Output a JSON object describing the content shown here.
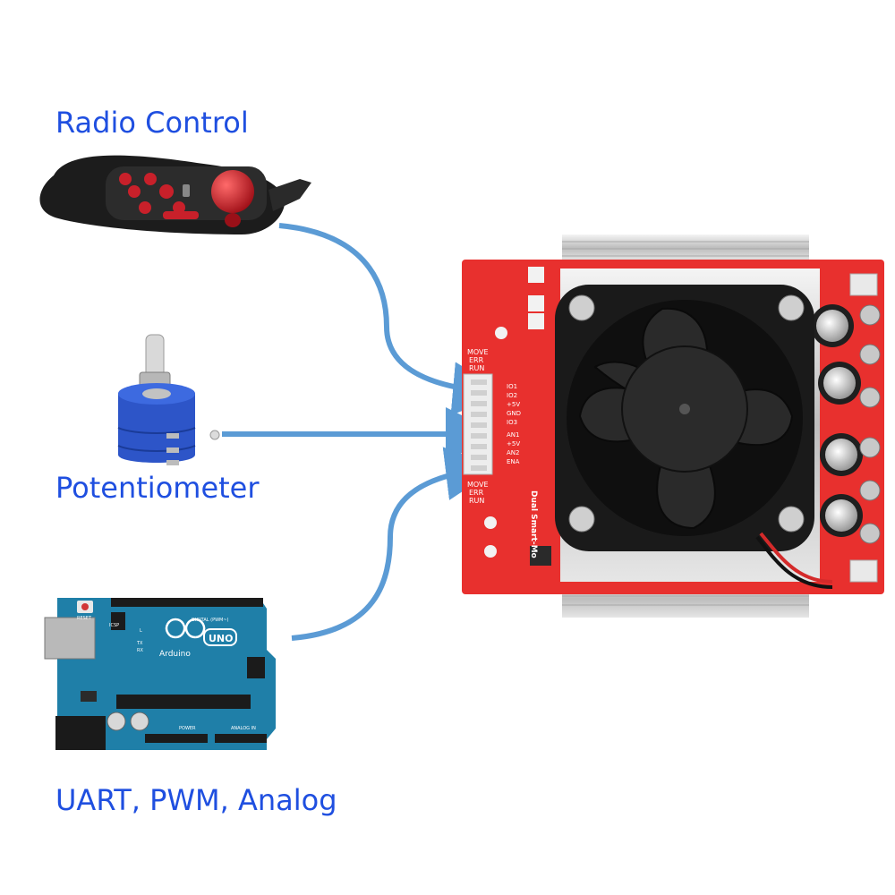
{
  "labels": {
    "radio_control": "Radio Control",
    "potentiometer": "Potentiometer",
    "uart": "UART, PWM, Analog"
  },
  "colors": {
    "label_blue": "#1f4fe0",
    "arrow_blue": "#5b9bd5",
    "board_red": "#e8302e",
    "arduino_teal": "#1f7fa8",
    "pot_blue": "#2d55c8",
    "remote_black": "#1c1c1c",
    "remote_red": "#c8202a"
  },
  "icons": [
    "remote-controller",
    "potentiometer",
    "arduino-uno-board",
    "dual-motor-controller-board",
    "cooling-fan-icon"
  ],
  "arduino": {
    "brand": "Arduino",
    "model": "UNO",
    "digital_header": "DIGITAL (PWM~)",
    "analog_header": "ANALOG IN",
    "power_header": "POWER",
    "icsp": "ICSP",
    "reset": "RESET",
    "tx": "TX",
    "rx": "RX",
    "l": "L"
  },
  "board": {
    "brand": "Dual Smart-Mo",
    "status_labels": [
      "MOVE",
      "ERR",
      "RUN"
    ],
    "pin_labels": [
      "IO1",
      "IO2",
      "+5V",
      "GND",
      "IO3",
      "AN1",
      "+5V",
      "AN2",
      "ENA"
    ]
  }
}
